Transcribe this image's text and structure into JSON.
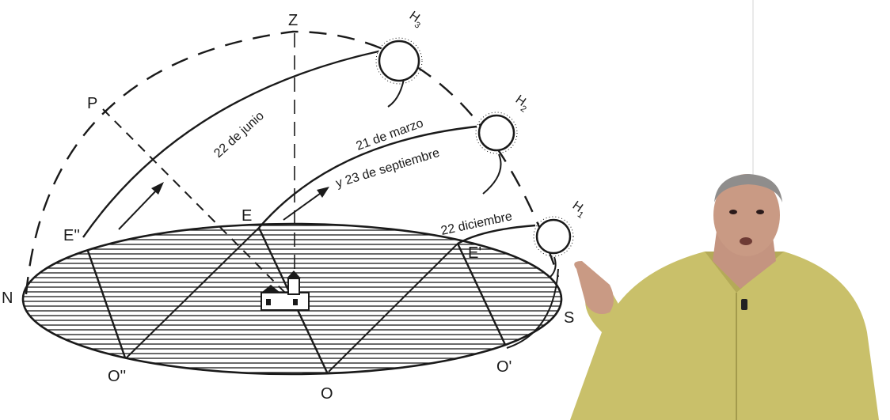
{
  "diagram": {
    "points": {
      "zenith": "Z",
      "pole": "P",
      "north": "N",
      "south": "S",
      "east_summer": "E''",
      "east_equinox": "E",
      "east_winter": "E'",
      "west_summer": "O''",
      "west_equinox": "O",
      "west_winter": "O'"
    },
    "suns": [
      {
        "letter": "H",
        "index": "3"
      },
      {
        "letter": "H",
        "index": "2"
      },
      {
        "letter": "H",
        "index": "1"
      }
    ],
    "paths": {
      "summer": "22 de junio",
      "equinox_line1": "21 de marzo",
      "equinox_line2": "y 23 de septiembre",
      "winter": "22 diciembre"
    }
  },
  "colors": {
    "ink": "#1a1a1a",
    "background": "#ffffff",
    "presenter_shirt": "#c9c06a",
    "skin": "#c99a84"
  }
}
